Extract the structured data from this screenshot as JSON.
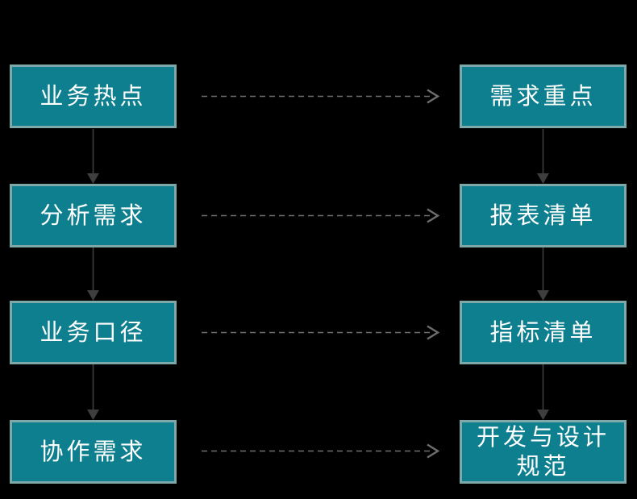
{
  "colors": {
    "background": "#000000",
    "node_fill": "#0e7f8e",
    "node_border": "#7fa8a9",
    "node_text": "#ffffff",
    "solid_arrow": "#3e3e3e",
    "dashed_arrow": "#6e6e6e"
  },
  "diagram": {
    "left_column": [
      {
        "label": "业务热点"
      },
      {
        "label": "分析需求"
      },
      {
        "label": "业务口径"
      },
      {
        "label": "协作需求"
      }
    ],
    "right_column": [
      {
        "label": "需求重点"
      },
      {
        "label": "报表清单"
      },
      {
        "label": "指标清单"
      },
      {
        "label": "开发与设计\n规范"
      }
    ],
    "flows": {
      "vertical_left": "业务热点 → 分析需求 → 业务口径 → 协作需求",
      "vertical_right": "需求重点 → 报表清单 → 指标清单 → 开发与设计规范",
      "horizontal_dashed": [
        "业务热点 → 需求重点",
        "分析需求 → 报表清单",
        "业务口径 → 指标清单",
        "协作需求 → 开发与设计规范"
      ]
    }
  }
}
